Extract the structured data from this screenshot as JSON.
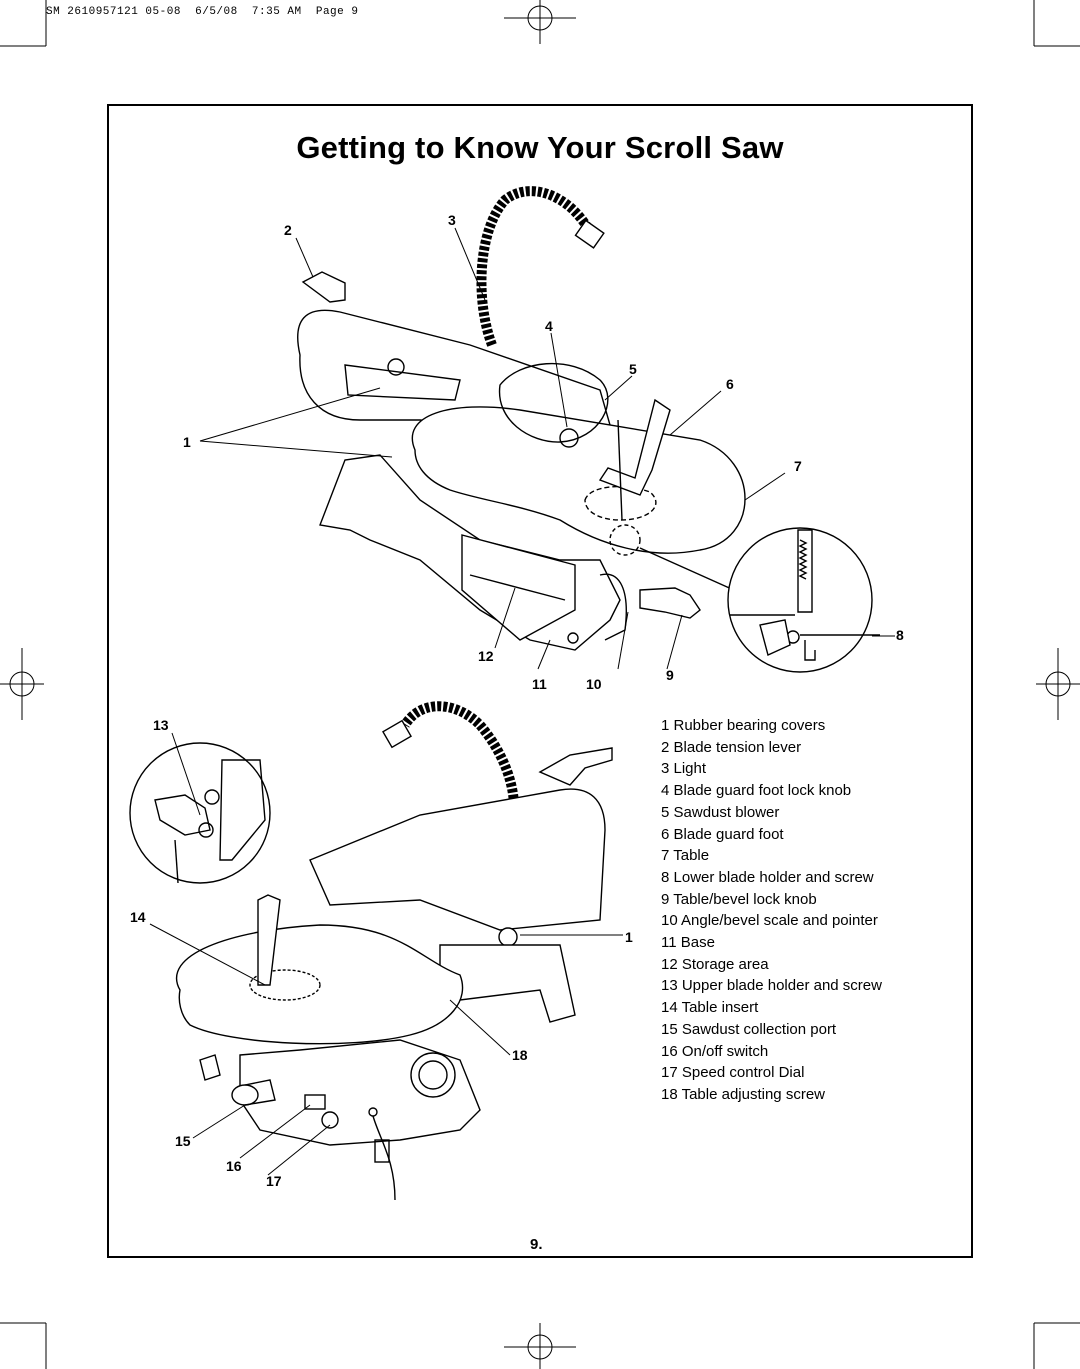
{
  "slug_line": "SM 2610957121 05-08  6/5/08  7:35 AM  Page 9",
  "title": "Getting to Know Your Scroll Saw",
  "callouts": [
    "1",
    "2",
    "3",
    "4",
    "5",
    "6",
    "7",
    "8",
    "9",
    "10",
    "11",
    "12",
    "13",
    "14",
    "15",
    "16",
    "17",
    "18"
  ],
  "legend": [
    "1 Rubber bearing covers",
    "2 Blade tension lever",
    "3 Light",
    "4 Blade guard foot lock knob",
    "5 Sawdust blower",
    "6 Blade guard foot",
    "7 Table",
    "8 Lower blade holder and screw",
    "9 Table/bevel lock knob",
    "10 Angle/bevel scale and pointer",
    "11 Base",
    "12 Storage area",
    "13 Upper blade holder and screw",
    "14 Table insert",
    "15 Sawdust collection port",
    "16 On/off switch",
    "17 Speed control Dial",
    "18 Table adjusting screw"
  ],
  "page_number": "9."
}
